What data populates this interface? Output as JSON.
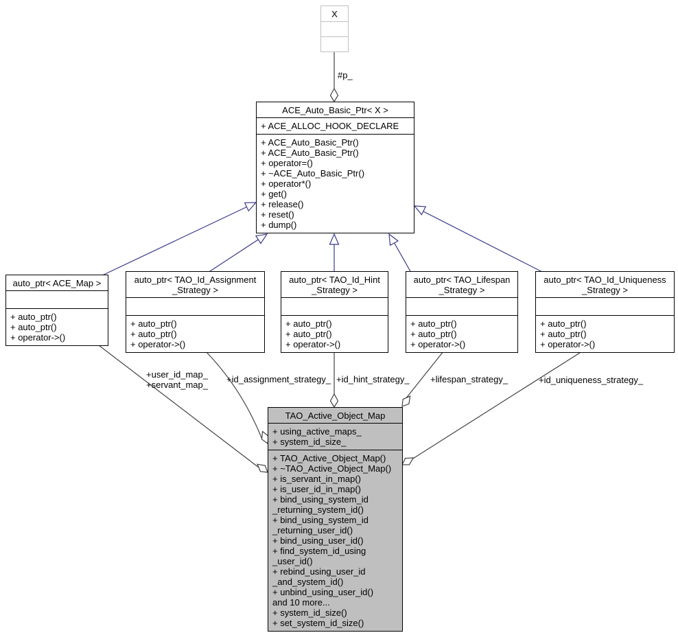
{
  "diagram_type": "uml-collaboration-diagram",
  "colors": {
    "inheritance_edge": "#38388c",
    "aggregation_edge": "#404040",
    "class_fill": "#ffffff",
    "focus_class_fill": "#bfbfbf",
    "class_border": "#000000",
    "external_class_border": "#c0c0c0"
  },
  "classes": {
    "x": {
      "title_lines": [
        "X"
      ],
      "attrs": [],
      "methods": []
    },
    "ace_auto_basic_ptr": {
      "title_lines": [
        "ACE_Auto_Basic_Ptr< X >"
      ],
      "attrs": [
        "+ ACE_ALLOC_HOOK_DECLARE"
      ],
      "methods": [
        "+ ACE_Auto_Basic_Ptr()",
        "+ ACE_Auto_Basic_Ptr()",
        "+ operator=()",
        "+ ~ACE_Auto_Basic_Ptr()",
        "+ operator*()",
        "+ get()",
        "+ release()",
        "+ reset()",
        "+ dump()"
      ]
    },
    "auto_ptr_ace_map": {
      "title_lines": [
        "auto_ptr< ACE_Map >"
      ],
      "attrs": [],
      "methods": [
        "+ auto_ptr()",
        "+ auto_ptr()",
        "+ operator->()"
      ]
    },
    "auto_ptr_id_assignment": {
      "title_lines": [
        "auto_ptr< TAO_Id_Assignment",
        "_Strategy >"
      ],
      "attrs": [],
      "methods": [
        "+ auto_ptr()",
        "+ auto_ptr()",
        "+ operator->()"
      ]
    },
    "auto_ptr_id_hint": {
      "title_lines": [
        "auto_ptr< TAO_Id_Hint",
        "_Strategy >"
      ],
      "attrs": [],
      "methods": [
        "+ auto_ptr()",
        "+ auto_ptr()",
        "+ operator->()"
      ]
    },
    "auto_ptr_lifespan": {
      "title_lines": [
        "auto_ptr< TAO_Lifespan",
        "_Strategy >"
      ],
      "attrs": [],
      "methods": [
        "+ auto_ptr()",
        "+ auto_ptr()",
        "+ operator->()"
      ]
    },
    "auto_ptr_id_uniqueness": {
      "title_lines": [
        "auto_ptr< TAO_Id_Uniqueness",
        "_Strategy >"
      ],
      "attrs": [],
      "methods": [
        "+ auto_ptr()",
        "+ auto_ptr()",
        "+ operator->()"
      ]
    },
    "tao_active_object_map": {
      "title_lines": [
        "TAO_Active_Object_Map"
      ],
      "attrs": [
        "+ using_active_maps_",
        "+ system_id_size_"
      ],
      "methods": [
        "+ TAO_Active_Object_Map()",
        "+ ~TAO_Active_Object_Map()",
        "+ is_servant_in_map()",
        "+ is_user_id_in_map()",
        "+ bind_using_system_id",
        "_returning_system_id()",
        "+ bind_using_system_id",
        "_returning_user_id()",
        "+ bind_using_user_id()",
        "+ find_system_id_using",
        "_user_id()",
        "+ rebind_using_user_id",
        "_and_system_id()",
        "+ unbind_using_user_id()",
        "and 10 more...",
        "+ system_id_size()",
        "+ set_system_id_size()"
      ]
    }
  },
  "edges": {
    "p": {
      "label": "#p_"
    },
    "maps": {
      "labels": [
        "+user_id_map_",
        "+servant_map_"
      ]
    },
    "id_assignment": {
      "label": "+id_assignment_strategy_"
    },
    "id_hint": {
      "label": "+id_hint_strategy_"
    },
    "lifespan": {
      "label": "+lifespan_strategy_"
    },
    "id_uniqueness": {
      "label": "+id_uniqueness_strategy_"
    }
  }
}
